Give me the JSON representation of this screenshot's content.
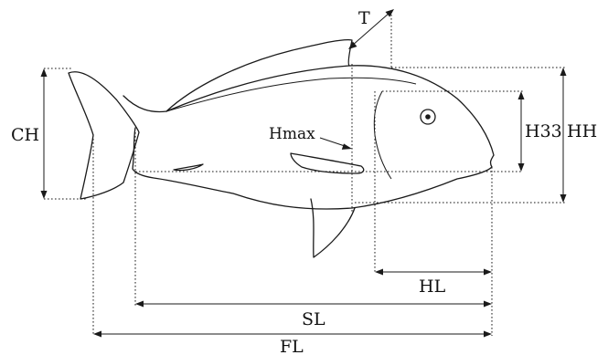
{
  "labels": {
    "T": "T",
    "CH": "CH",
    "Hmax": "Hmax",
    "H33": "H33",
    "HH": "HH",
    "HL": "HL",
    "SL": "SL",
    "FL": "FL"
  }
}
